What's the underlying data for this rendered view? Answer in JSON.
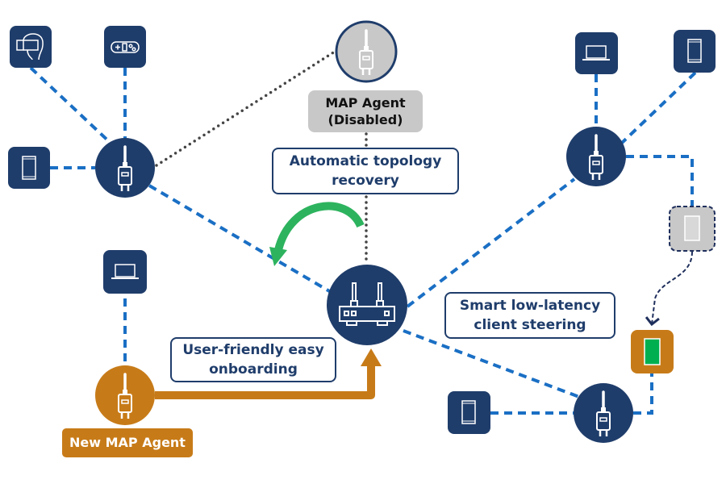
{
  "colors": {
    "navy": "#1f3d6b",
    "link_blue": "#1a6fc4",
    "orange": "#c77b18",
    "green": "#2db35e",
    "grey": "#c8c8c8",
    "dotted": "#444444"
  },
  "labels": {
    "disabled_agent": "MAP Agent\n(Disabled)",
    "disabled_agent_line1": "MAP Agent",
    "disabled_agent_line2": "(Disabled)",
    "recovery_line1": "Automatic topology",
    "recovery_line2": "recovery",
    "onboarding_line1": "User-friendly easy",
    "onboarding_line2": "onboarding",
    "steering_line1": "Smart low-latency",
    "steering_line2": "client steering",
    "new_agent": "New MAP Agent"
  },
  "nodes": {
    "controller": {
      "type": "router",
      "icon": "router-icon"
    },
    "agents": [
      {
        "id": "agent-top-left",
        "icon": "map-agent-icon",
        "state": "active"
      },
      {
        "id": "agent-top-right",
        "icon": "map-agent-icon",
        "state": "active"
      },
      {
        "id": "agent-bottom-right",
        "icon": "map-agent-icon",
        "state": "active"
      },
      {
        "id": "agent-disabled",
        "icon": "map-agent-icon",
        "state": "disabled"
      },
      {
        "id": "agent-new",
        "icon": "map-agent-icon",
        "state": "new"
      }
    ],
    "devices": [
      {
        "id": "vr-headset",
        "icon": "vr-headset-icon",
        "attached_to": "agent-top-left"
      },
      {
        "id": "gamepad",
        "icon": "gamepad-icon",
        "attached_to": "agent-top-left"
      },
      {
        "id": "tablet-left",
        "icon": "tablet-icon",
        "attached_to": "agent-top-left"
      },
      {
        "id": "laptop-top-right",
        "icon": "laptop-icon",
        "attached_to": "agent-top-right"
      },
      {
        "id": "tablet-top-right",
        "icon": "tablet-icon",
        "attached_to": "agent-top-right"
      },
      {
        "id": "phone-roaming-old",
        "icon": "phone-icon",
        "attached_to": "agent-top-right",
        "state": "moving"
      },
      {
        "id": "phone-roaming-new",
        "icon": "phone-icon",
        "attached_to": "agent-bottom-right",
        "state": "steered"
      },
      {
        "id": "tablet-bottom",
        "icon": "tablet-icon",
        "attached_to": "agent-bottom-right"
      },
      {
        "id": "laptop-new-agent",
        "icon": "laptop-icon",
        "attached_to": "agent-new"
      }
    ]
  }
}
